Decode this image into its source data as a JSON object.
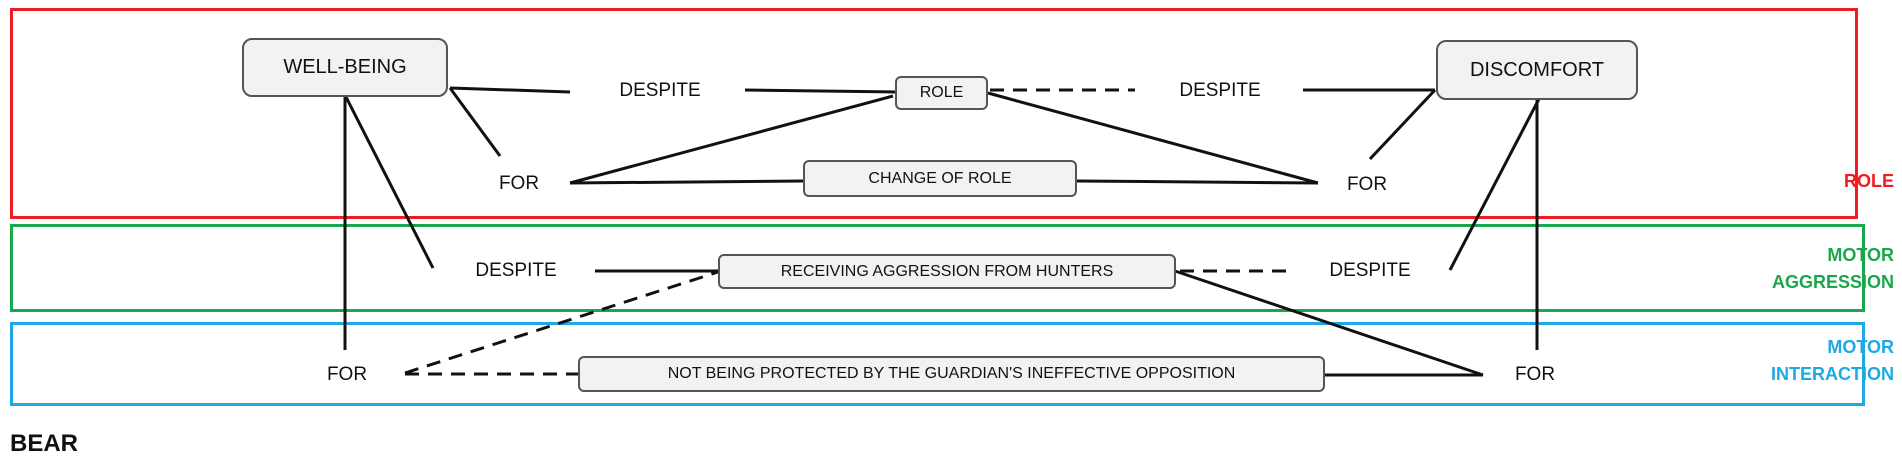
{
  "regions": {
    "role": {
      "label": "ROLE",
      "color": "#ef1c24"
    },
    "motor_aggression": {
      "label_line1": "MOTOR",
      "label_line2": "AGGRESSION",
      "color": "#1aa64a"
    },
    "motor_interaction": {
      "label_line1": "MOTOR",
      "label_line2": "INTERACTION",
      "color": "#1ea9e6"
    }
  },
  "nodes": {
    "well_being": "WELL-BEING",
    "discomfort": "DISCOMFORT",
    "role": "ROLE",
    "change_of_role": "CHANGE OF ROLE",
    "receiving_aggression": "RECEIVING AGGRESSION FROM HUNTERS",
    "not_protected": "NOT BEING PROTECTED BY THE GUARDIAN'S INEFFECTIVE OPPOSITION"
  },
  "connectors": {
    "despite": "DESPITE",
    "for": "FOR"
  },
  "species": "BEAR"
}
